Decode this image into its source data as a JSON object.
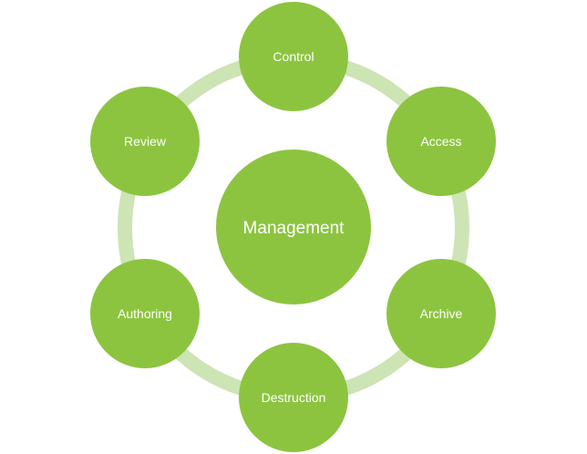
{
  "center": {
    "label": "Management"
  },
  "nodes": [
    {
      "label": "Control"
    },
    {
      "label": "Access"
    },
    {
      "label": "Archive"
    },
    {
      "label": "Destruction"
    },
    {
      "label": "Authoring"
    },
    {
      "label": "Review"
    }
  ],
  "colors": {
    "node_fill": "#8cc43f",
    "ring": "#cde4b4",
    "text": "#ffffff"
  }
}
